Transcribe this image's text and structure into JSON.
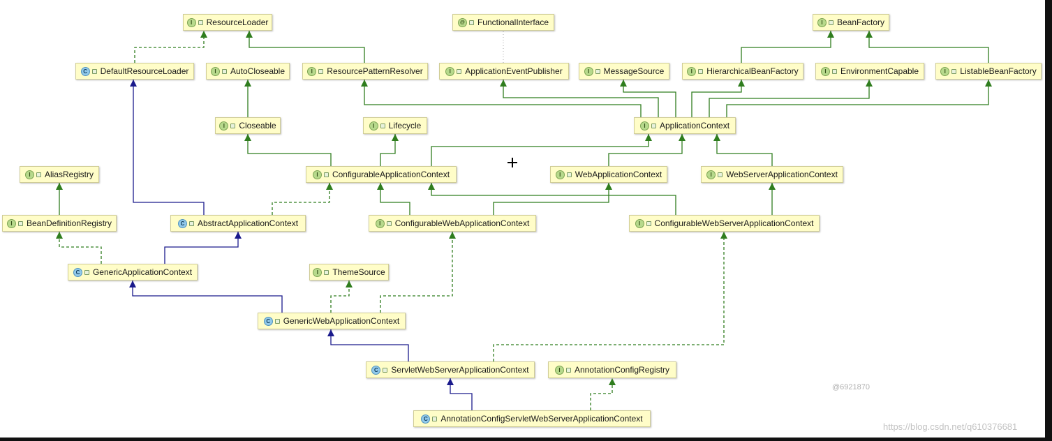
{
  "diagram": {
    "nodes": [
      {
        "id": "ResourceLoader",
        "kind": "I",
        "label": "ResourceLoader"
      },
      {
        "id": "FunctionalInterface",
        "kind": "A",
        "label": "FunctionalInterface"
      },
      {
        "id": "BeanFactory",
        "kind": "I",
        "label": "BeanFactory"
      },
      {
        "id": "DefaultResourceLoader",
        "kind": "C",
        "label": "DefaultResourceLoader"
      },
      {
        "id": "AutoCloseable",
        "kind": "I",
        "label": "AutoCloseable"
      },
      {
        "id": "ResourcePatternResolver",
        "kind": "I",
        "label": "ResourcePatternResolver"
      },
      {
        "id": "ApplicationEventPublisher",
        "kind": "I",
        "label": "ApplicationEventPublisher"
      },
      {
        "id": "MessageSource",
        "kind": "I",
        "label": "MessageSource"
      },
      {
        "id": "HierarchicalBeanFactory",
        "kind": "I",
        "label": "HierarchicalBeanFactory"
      },
      {
        "id": "EnvironmentCapable",
        "kind": "I",
        "label": "EnvironmentCapable"
      },
      {
        "id": "ListableBeanFactory",
        "kind": "I",
        "label": "ListableBeanFactory"
      },
      {
        "id": "Closeable",
        "kind": "I",
        "label": "Closeable"
      },
      {
        "id": "Lifecycle",
        "kind": "I",
        "label": "Lifecycle"
      },
      {
        "id": "ApplicationContext",
        "kind": "I",
        "label": "ApplicationContext"
      },
      {
        "id": "AliasRegistry",
        "kind": "I",
        "label": "AliasRegistry"
      },
      {
        "id": "ConfigurableApplicationContext",
        "kind": "I",
        "label": "ConfigurableApplicationContext"
      },
      {
        "id": "WebApplicationContext",
        "kind": "I",
        "label": "WebApplicationContext"
      },
      {
        "id": "WebServerApplicationContext",
        "kind": "I",
        "label": "WebServerApplicationContext"
      },
      {
        "id": "BeanDefinitionRegistry",
        "kind": "I",
        "label": "BeanDefinitionRegistry"
      },
      {
        "id": "AbstractApplicationContext",
        "kind": "C",
        "label": "AbstractApplicationContext"
      },
      {
        "id": "ConfigurableWebApplicationContext",
        "kind": "I",
        "label": "ConfigurableWebApplicationContext"
      },
      {
        "id": "ConfigurableWebServerApplicationContext",
        "kind": "I",
        "label": "ConfigurableWebServerApplicationContext"
      },
      {
        "id": "GenericApplicationContext",
        "kind": "C",
        "label": "GenericApplicationContext"
      },
      {
        "id": "ThemeSource",
        "kind": "I",
        "label": "ThemeSource"
      },
      {
        "id": "GenericWebApplicationContext",
        "kind": "C",
        "label": "GenericWebApplicationContext"
      },
      {
        "id": "ServletWebServerApplicationContext",
        "kind": "C",
        "label": "ServletWebServerApplicationContext"
      },
      {
        "id": "AnnotationConfigRegistry",
        "kind": "I",
        "label": "AnnotationConfigRegistry"
      },
      {
        "id": "AnnotationConfigServletWebServerApplicationContext",
        "kind": "C",
        "label": "AnnotationConfigServletWebServerApplicationContext"
      }
    ],
    "edges": [
      {
        "from": "DefaultResourceLoader",
        "to": "ResourceLoader",
        "type": "implements"
      },
      {
        "from": "ResourcePatternResolver",
        "to": "ResourceLoader",
        "type": "extends-interface"
      },
      {
        "from": "HierarchicalBeanFactory",
        "to": "BeanFactory",
        "type": "extends-interface"
      },
      {
        "from": "ListableBeanFactory",
        "to": "BeanFactory",
        "type": "extends-interface"
      },
      {
        "from": "ApplicationEventPublisher",
        "to": "FunctionalInterface",
        "type": "annotated"
      },
      {
        "from": "Closeable",
        "to": "AutoCloseable",
        "type": "extends-interface"
      },
      {
        "from": "ApplicationContext",
        "to": "ResourcePatternResolver",
        "type": "extends-interface"
      },
      {
        "from": "ApplicationContext",
        "to": "ApplicationEventPublisher",
        "type": "extends-interface"
      },
      {
        "from": "ApplicationContext",
        "to": "MessageSource",
        "type": "extends-interface"
      },
      {
        "from": "ApplicationContext",
        "to": "HierarchicalBeanFactory",
        "type": "extends-interface"
      },
      {
        "from": "ApplicationContext",
        "to": "EnvironmentCapable",
        "type": "extends-interface"
      },
      {
        "from": "ApplicationContext",
        "to": "ListableBeanFactory",
        "type": "extends-interface"
      },
      {
        "from": "ConfigurableApplicationContext",
        "to": "Closeable",
        "type": "extends-interface"
      },
      {
        "from": "ConfigurableApplicationContext",
        "to": "Lifecycle",
        "type": "extends-interface"
      },
      {
        "from": "ConfigurableApplicationContext",
        "to": "ApplicationContext",
        "type": "extends-interface"
      },
      {
        "from": "WebApplicationContext",
        "to": "ApplicationContext",
        "type": "extends-interface"
      },
      {
        "from": "WebServerApplicationContext",
        "to": "ApplicationContext",
        "type": "extends-interface"
      },
      {
        "from": "BeanDefinitionRegistry",
        "to": "AliasRegistry",
        "type": "extends-interface"
      },
      {
        "from": "AbstractApplicationContext",
        "to": "DefaultResourceLoader",
        "type": "extends-class"
      },
      {
        "from": "AbstractApplicationContext",
        "to": "ConfigurableApplicationContext",
        "type": "implements"
      },
      {
        "from": "ConfigurableWebApplicationContext",
        "to": "ConfigurableApplicationContext",
        "type": "extends-interface"
      },
      {
        "from": "ConfigurableWebApplicationContext",
        "to": "WebApplicationContext",
        "type": "extends-interface"
      },
      {
        "from": "ConfigurableWebServerApplicationContext",
        "to": "ConfigurableApplicationContext",
        "type": "extends-interface"
      },
      {
        "from": "ConfigurableWebServerApplicationContext",
        "to": "WebServerApplicationContext",
        "type": "extends-interface"
      },
      {
        "from": "GenericApplicationContext",
        "to": "BeanDefinitionRegistry",
        "type": "implements"
      },
      {
        "from": "GenericApplicationContext",
        "to": "AbstractApplicationContext",
        "type": "extends-class"
      },
      {
        "from": "GenericWebApplicationContext",
        "to": "GenericApplicationContext",
        "type": "extends-class"
      },
      {
        "from": "GenericWebApplicationContext",
        "to": "ThemeSource",
        "type": "implements"
      },
      {
        "from": "GenericWebApplicationContext",
        "to": "ConfigurableWebApplicationContext",
        "type": "implements"
      },
      {
        "from": "ServletWebServerApplicationContext",
        "to": "GenericWebApplicationContext",
        "type": "extends-class"
      },
      {
        "from": "ServletWebServerApplicationContext",
        "to": "ConfigurableWebServerApplicationContext",
        "type": "implements"
      },
      {
        "from": "AnnotationConfigServletWebServerApplicationContext",
        "to": "ServletWebServerApplicationContext",
        "type": "extends-class"
      },
      {
        "from": "AnnotationConfigServletWebServerApplicationContext",
        "to": "AnnotationConfigRegistry",
        "type": "implements"
      }
    ],
    "colors": {
      "interface_edge": "#2f7d1e",
      "implements_edge": "#2f7d1e",
      "class_edge": "#1a1a8c",
      "annotation_edge": "#bdbdbd",
      "node_fill": "#fffdc8"
    }
  },
  "author_mark": "@6921870",
  "watermark": "https://blog.csdn.net/q610376681"
}
